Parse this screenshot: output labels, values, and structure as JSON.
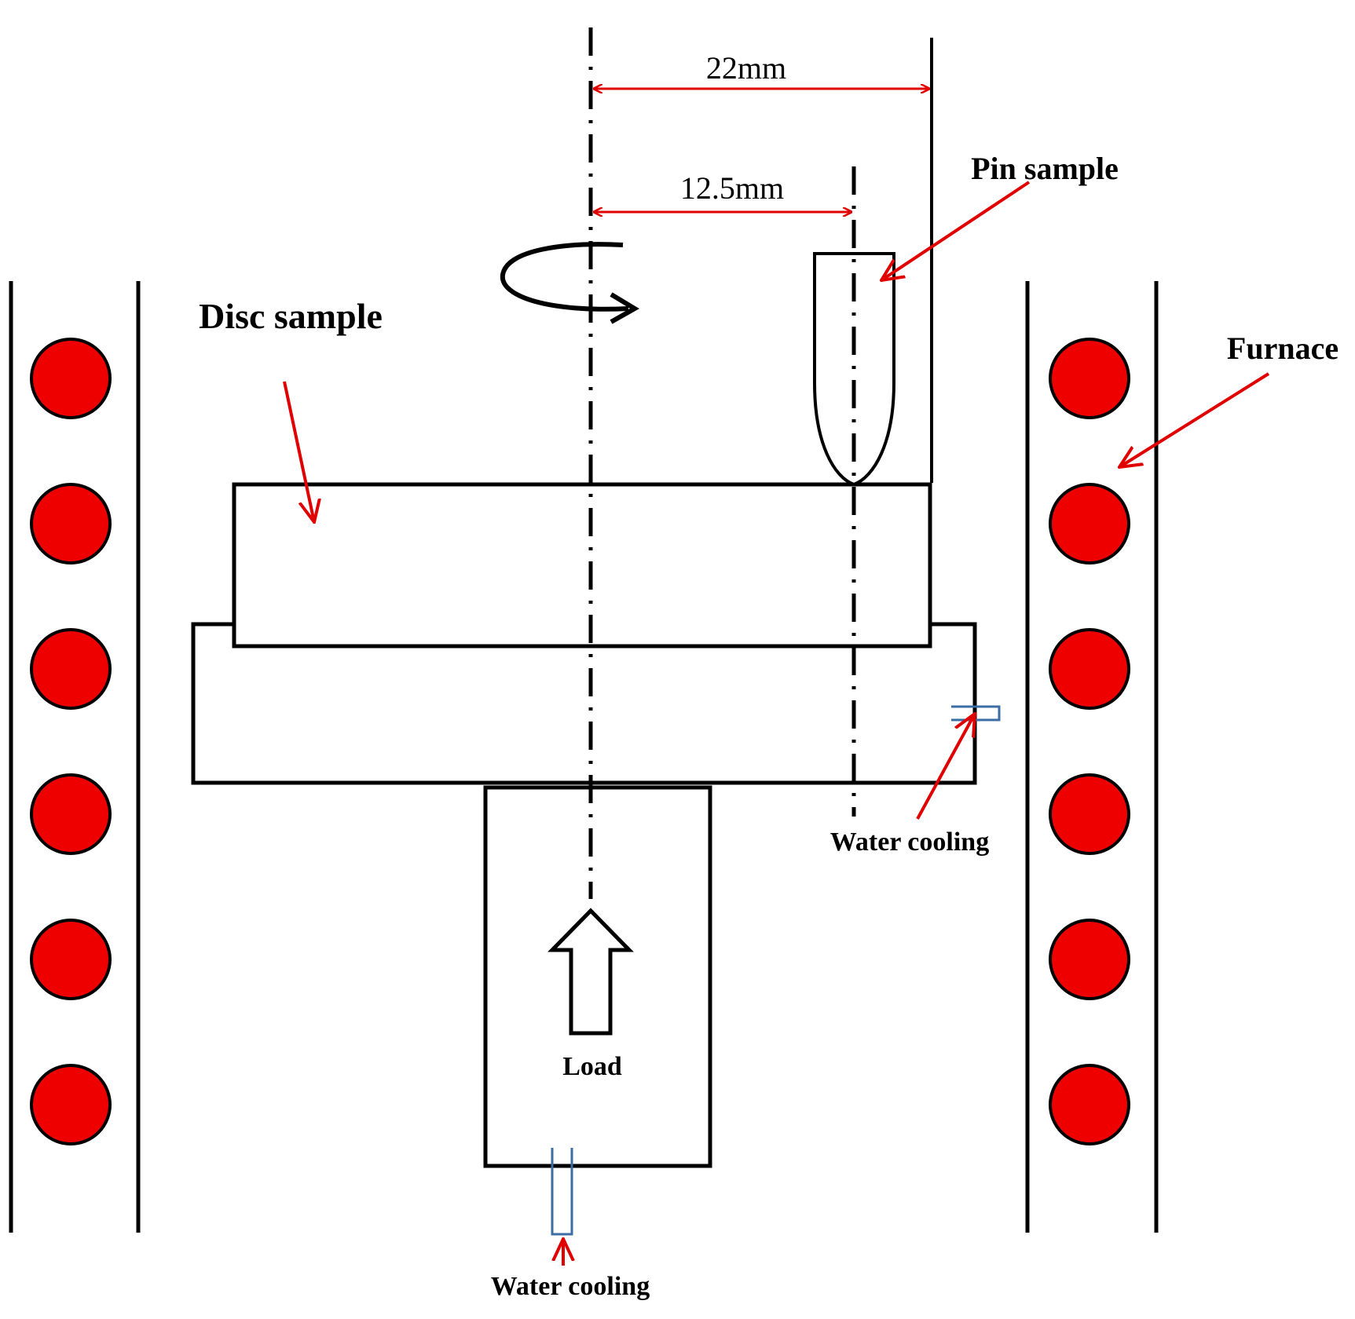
{
  "labels": {
    "dim_outer": "22mm",
    "dim_inner": "12.5mm",
    "pin_sample": "Pin sample",
    "disc_sample": "Disc sample",
    "furnace": "Furnace",
    "water_cooling_side": "Water cooling",
    "water_cooling_bottom": "Water cooling",
    "load": "Load"
  },
  "colors": {
    "heater": "#ee0000",
    "annotation_arrow": "#e00000",
    "outline": "#000000",
    "cooling_pipe": "#3a6ea5"
  },
  "icons": {
    "rotation": "curved-rotation-arrow-icon",
    "load": "hollow-up-arrow-icon"
  }
}
